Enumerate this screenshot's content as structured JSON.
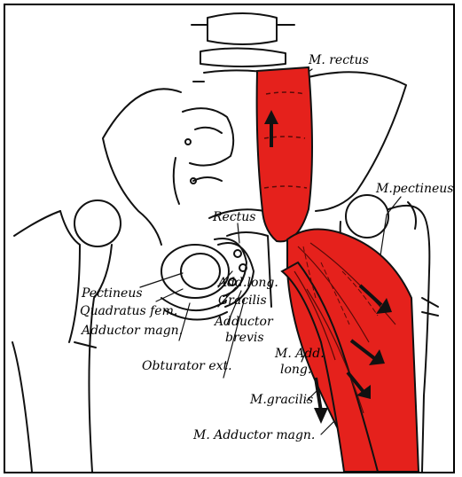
{
  "colors": {
    "muscle": "#e5211c",
    "line": "#111111",
    "paper": "#ffffff"
  },
  "labels": {
    "m_rectus": "M. rectus",
    "m_pectineus": "M.pectineus",
    "rectus": "Rectus",
    "pectineus": "Pectineus",
    "quadratus_fem": "Quadratus fem.",
    "adductor_magn": "Adductor magn.",
    "add_long": "Add.long.",
    "gracilis": "Gracilis",
    "adductor_brevis_1": "Adductor",
    "adductor_brevis_2": "brevis",
    "obturator_ext": "Obturator ext.",
    "m_add_long_1": "M. Add.",
    "m_add_long_2": "long.",
    "m_gracilis": "M.gracilis",
    "m_adductor_magn": "M. Adductor magn."
  }
}
